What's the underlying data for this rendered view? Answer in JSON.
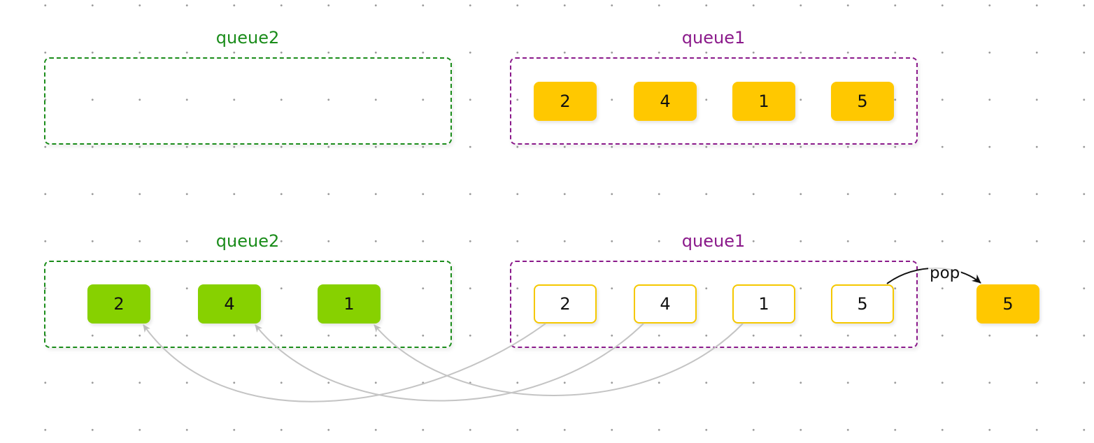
{
  "colors": {
    "queue2": "#1a8c1a",
    "queue1": "#8b1a8b",
    "yellow": "#ffc800",
    "green": "#87d100"
  },
  "top": {
    "queue2": {
      "label": "queue2",
      "items": []
    },
    "queue1": {
      "label": "queue1",
      "items": [
        "2",
        "4",
        "1",
        "5"
      ]
    }
  },
  "bottom": {
    "queue2": {
      "label": "queue2",
      "items": [
        "2",
        "4",
        "1"
      ]
    },
    "queue1": {
      "label": "queue1",
      "items": [
        "2",
        "4",
        "1",
        "5"
      ]
    },
    "pop_label": "pop",
    "popped": "5"
  }
}
